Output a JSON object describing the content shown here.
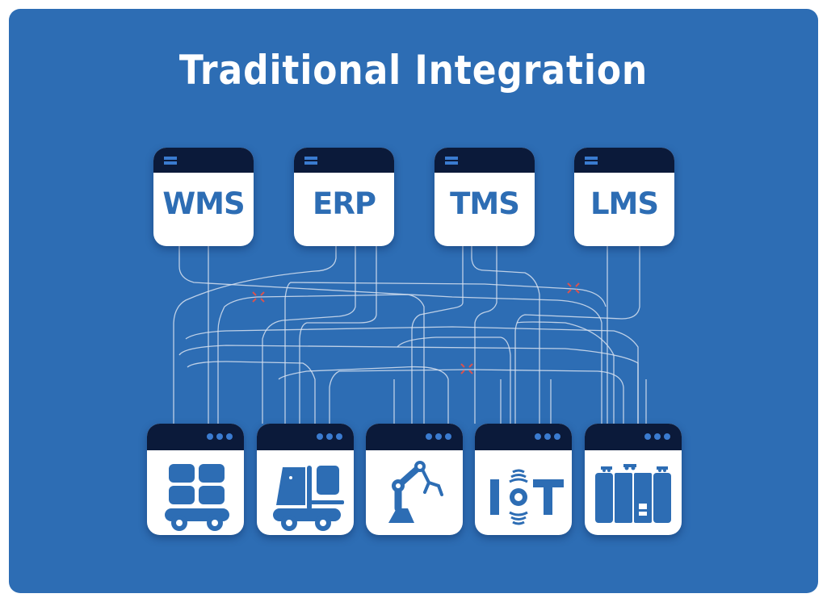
{
  "title": "Traditional Integration",
  "colors": {
    "background": "#2d6db4",
    "card_header": "#0b1a3a",
    "card_body": "#ffffff",
    "accent": "#2d6db4",
    "wire": "#d8e2f0",
    "break_marker": "#d9534f"
  },
  "systems": [
    {
      "label": "WMS",
      "icon": "window-menu-icon"
    },
    {
      "label": "ERP",
      "icon": "window-menu-icon"
    },
    {
      "label": "TMS",
      "icon": "window-menu-icon"
    },
    {
      "label": "LMS",
      "icon": "window-menu-icon"
    }
  ],
  "devices": [
    {
      "name": "cart",
      "icon": "cart-icon"
    },
    {
      "name": "forklift",
      "icon": "forklift-icon"
    },
    {
      "name": "robot-arm",
      "icon": "robot-arm-icon"
    },
    {
      "name": "iot",
      "icon": "iot-icon",
      "text": "IoT"
    },
    {
      "name": "storage-racks",
      "icon": "storage-rack-icon"
    }
  ],
  "break_markers": 3
}
